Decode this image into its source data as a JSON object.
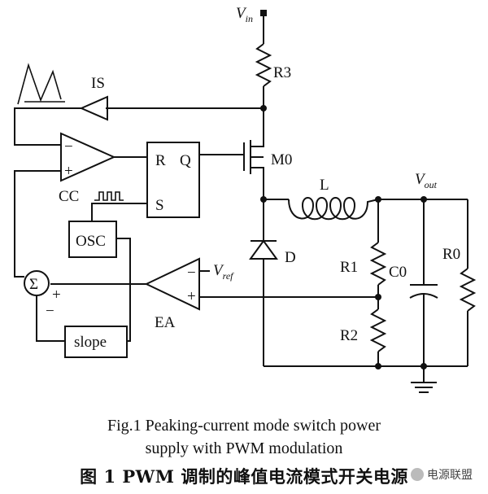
{
  "labels": {
    "vin_main": "V",
    "vin_sub": "in",
    "vout_main": "V",
    "vout_sub": "out",
    "vref_main": "V",
    "vref_sub": "ref",
    "R3": "R3",
    "M0": "M0",
    "IS": "IS",
    "CC": "CC",
    "R": "R",
    "Q": "Q",
    "S": "S",
    "L": "L",
    "OSC": "OSC",
    "D": "D",
    "R1": "R1",
    "C0": "C0",
    "R0": "R0",
    "R2": "R2",
    "EA": "EA",
    "slope": "slope",
    "sigma": "Σ",
    "plus": "+",
    "minus": "−"
  },
  "caption": {
    "line1": "Fig.1 Peaking-current mode switch power",
    "line2": "supply with PWM modulation",
    "line3": "图 1 PWM 调制的峰值电流模式开关电源"
  },
  "watermark": {
    "text": "电源联盟"
  }
}
